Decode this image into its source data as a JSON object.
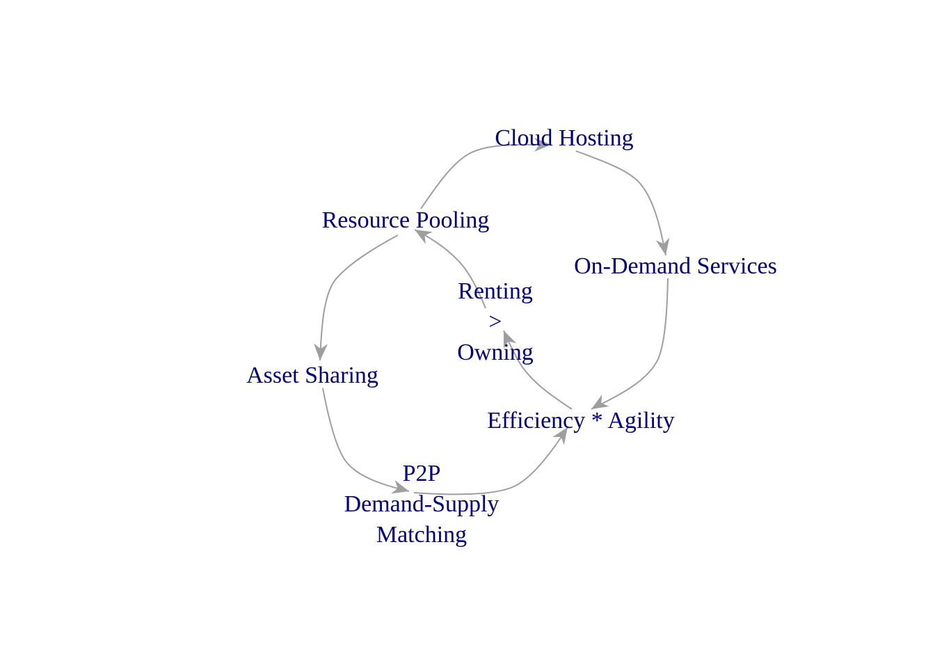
{
  "diagram": {
    "colors": {
      "node_text": "#000080",
      "edge": "#9e9e9e",
      "background": "#ffffff"
    },
    "nodes": [
      {
        "id": "cloud-hosting",
        "lines": [
          "Cloud Hosting"
        ]
      },
      {
        "id": "resource-pooling",
        "lines": [
          "Resource Pooling"
        ]
      },
      {
        "id": "on-demand-services",
        "lines": [
          "On-Demand Services"
        ]
      },
      {
        "id": "renting-owning",
        "lines": [
          "Renting",
          ">",
          "Owning"
        ]
      },
      {
        "id": "asset-sharing",
        "lines": [
          "Asset Sharing"
        ]
      },
      {
        "id": "efficiency-agility",
        "lines": [
          "Efficiency * Agility"
        ]
      },
      {
        "id": "p2p-matching",
        "lines": [
          "P2P",
          "Demand-Supply",
          "Matching"
        ]
      }
    ],
    "edges": [
      {
        "from": "resource-pooling",
        "to": "cloud-hosting"
      },
      {
        "from": "cloud-hosting",
        "to": "on-demand-services"
      },
      {
        "from": "on-demand-services",
        "to": "efficiency-agility"
      },
      {
        "from": "efficiency-agility",
        "to": "renting-owning"
      },
      {
        "from": "renting-owning",
        "to": "resource-pooling"
      },
      {
        "from": "resource-pooling",
        "to": "asset-sharing"
      },
      {
        "from": "asset-sharing",
        "to": "p2p-matching"
      },
      {
        "from": "p2p-matching",
        "to": "efficiency-agility"
      }
    ]
  }
}
